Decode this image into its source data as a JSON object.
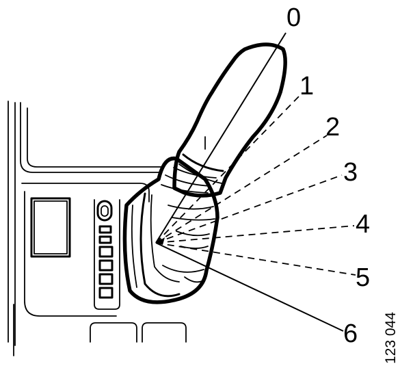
{
  "positions": [
    {
      "label": "0",
      "style": "solid"
    },
    {
      "label": "1",
      "style": "dashed"
    },
    {
      "label": "2",
      "style": "dashed"
    },
    {
      "label": "3",
      "style": "dashed"
    },
    {
      "label": "4",
      "style": "dashed"
    },
    {
      "label": "5",
      "style": "dashed"
    },
    {
      "label": "6",
      "style": "solid"
    }
  ],
  "reference_number": "123 044",
  "colors": {
    "ink": "#000000",
    "background": "#ffffff"
  }
}
